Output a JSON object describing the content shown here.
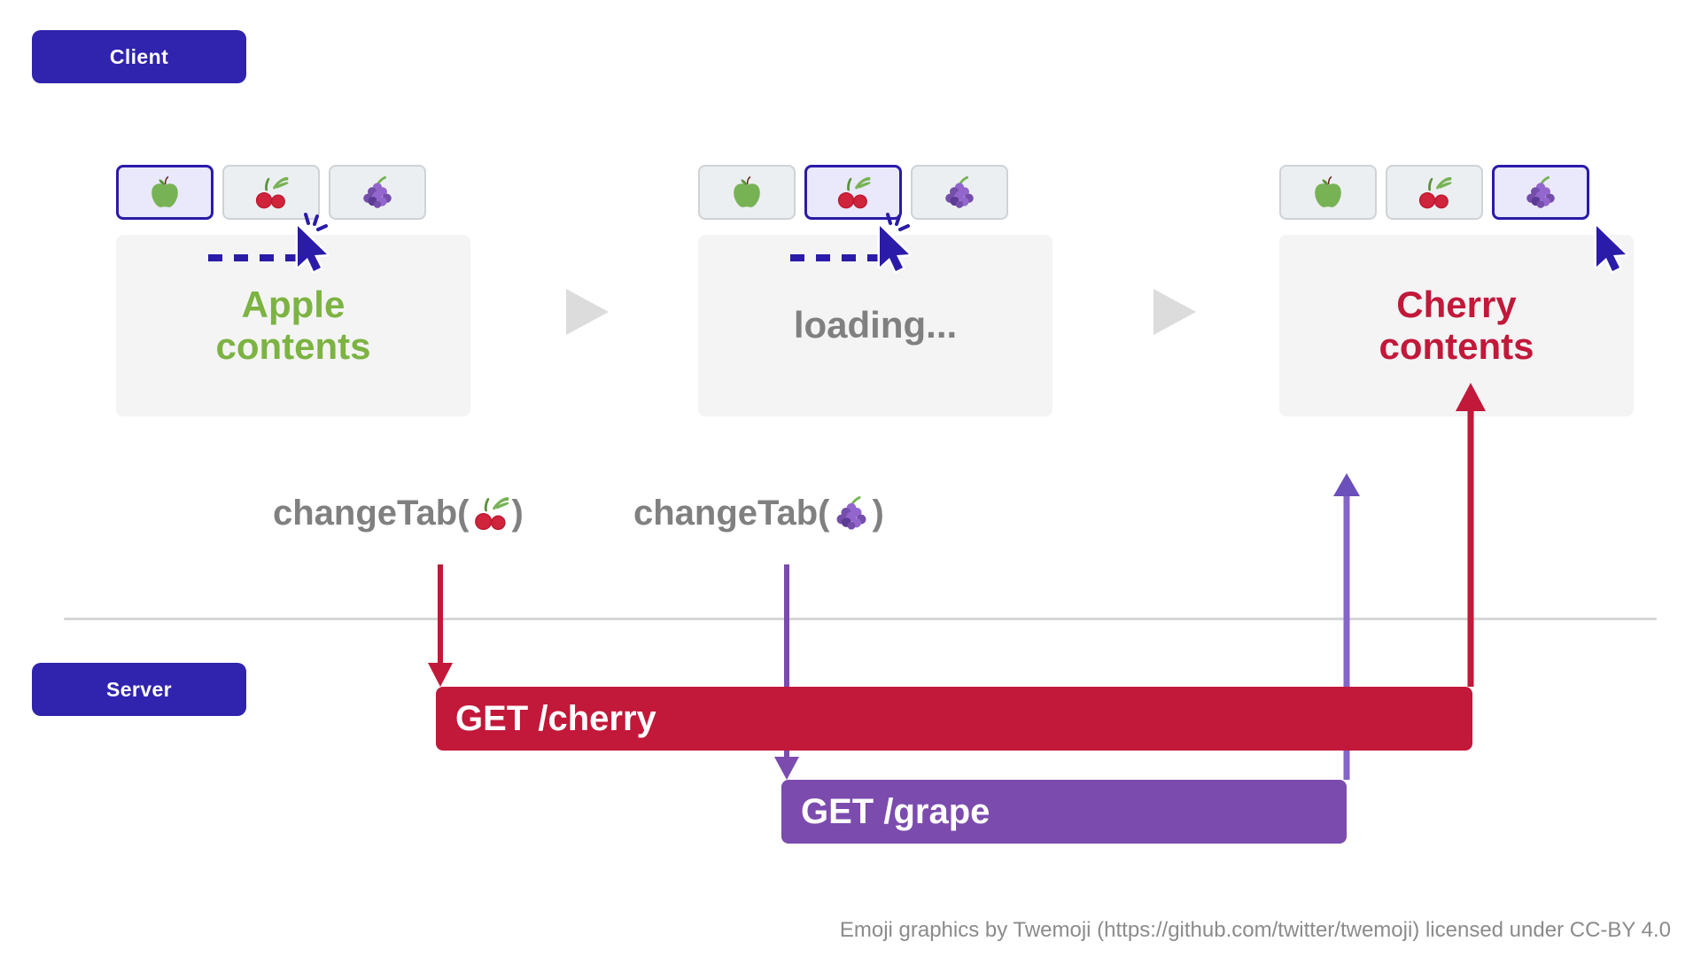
{
  "roles": {
    "client_label": "Client",
    "server_label": "Server"
  },
  "colors": {
    "badge": "#3023AE",
    "tab_active_border": "#2A1BA8",
    "tab_active_fill": "#EAE8FB",
    "tab_fill": "#ECEFF1",
    "panel_fill": "#F4F4F4",
    "apple_green": "#7CB342",
    "loading_gray": "#808080",
    "cherry_red": "#C2183A",
    "grape_purple": "#7B4BAE",
    "cursor_blue": "#2A1BA8",
    "divider_gray": "#D6D6D6",
    "step_arrow_gray": "#DCDCDC"
  },
  "panels": [
    {
      "name": "panel-apple",
      "tabs": [
        {
          "icon": "apple-icon",
          "active": true
        },
        {
          "icon": "cherry-icon",
          "active": false
        },
        {
          "icon": "grape-icon",
          "active": false
        }
      ],
      "cursor_on_tab": 1,
      "cursor_click": true,
      "content_text": "Apple\ncontents",
      "content_color_key": "apple_green"
    },
    {
      "name": "panel-loading",
      "tabs": [
        {
          "icon": "apple-icon",
          "active": false
        },
        {
          "icon": "cherry-icon",
          "active": true
        },
        {
          "icon": "grape-icon",
          "active": false
        }
      ],
      "cursor_on_tab": 2,
      "cursor_click": true,
      "content_text": "loading...",
      "content_color_key": "loading_gray"
    },
    {
      "name": "panel-cherry",
      "tabs": [
        {
          "icon": "apple-icon",
          "active": false
        },
        {
          "icon": "cherry-icon",
          "active": false
        },
        {
          "icon": "grape-icon",
          "active": true
        }
      ],
      "cursor_on_tab": 2,
      "cursor_click": false,
      "content_text": "Cherry\ncontents",
      "content_color_key": "cherry_red"
    }
  ],
  "step_arrows": [
    {
      "name": "step-arrow-1"
    },
    {
      "name": "step-arrow-2"
    }
  ],
  "calls": [
    {
      "name": "changetab-cherry",
      "prefix": "changeTab(",
      "arg_icon": "cherry-icon",
      "suffix": ")"
    },
    {
      "name": "changetab-grape",
      "prefix": "changeTab(",
      "arg_icon": "grape-icon",
      "suffix": ")"
    }
  ],
  "requests": [
    {
      "name": "request-bar-cherry",
      "label": "GET /cherry",
      "color_key": "cherry_red"
    },
    {
      "name": "request-bar-grape",
      "label": "GET /grape",
      "color_key": "grape_purple"
    }
  ],
  "footer": {
    "credit": "Emoji graphics by Twemoji (https://github.com/twitter/twemoji)  licensed under CC-BY 4.0"
  }
}
